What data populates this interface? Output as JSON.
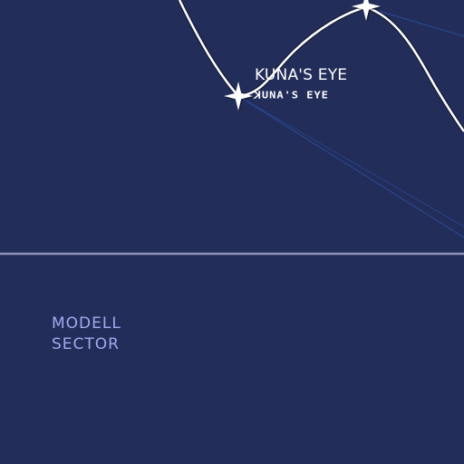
{
  "map": {
    "background_color": "#222d59",
    "route_color": "#ffffff",
    "hyperlane_color": "#2c4a9a",
    "sector_border_color": "#8d94b8"
  },
  "systems": [
    {
      "name": "KUNA'S EYE",
      "name_aurebesh": "ꓘUNA'S EYE",
      "icon": "star-system-icon"
    },
    {
      "name": "",
      "icon": "star-system-icon"
    }
  ],
  "sector": {
    "line1": "MODELL",
    "line2": "SECTOR",
    "color": "#a3aaf0"
  }
}
